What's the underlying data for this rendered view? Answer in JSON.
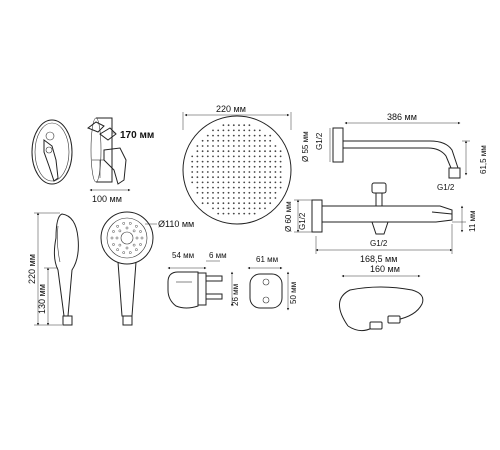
{
  "labels": {
    "mixer_depth": "170 мм",
    "mixer_width": "100 мм",
    "head_diameter": "220 мм",
    "arm_length": "386 мм",
    "arm_flange": "Ø 55 мм",
    "arm_thread_top": "G1/2",
    "arm_thread_end": "G1/2",
    "arm_drop": "61,5 мм",
    "spout_flange": "Ø 60 мм",
    "spout_thread_side": "G1/2",
    "spout_thread_bottom": "G1/2",
    "spout_height": "11 мм",
    "spout_length": "168,5 мм",
    "hand_length": "220 мм",
    "hand_head_length": "130 мм",
    "hand_diameter": "Ø110 мм",
    "holder_width": "54 мм",
    "holder_screw": "6 мм",
    "holder_height": "26 мм",
    "bracket_width": "61 мм",
    "bracket_height": "50 мм",
    "hose_length": "160 мм"
  }
}
